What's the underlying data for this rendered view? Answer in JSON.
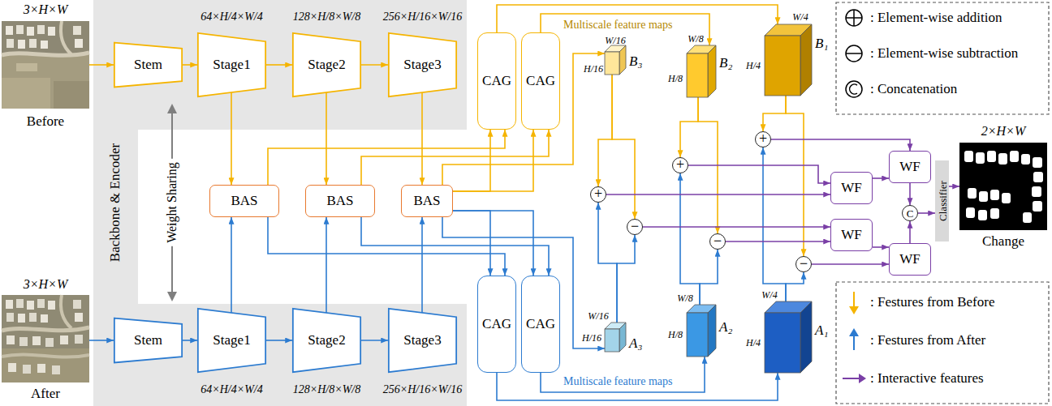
{
  "diagram": {
    "nodes": [
      {
        "text": [
          "3×H×W",
          "Before"
        ]
      },
      {
        "text": [
          "Backbone & Encoder"
        ]
      },
      {
        "text": [
          "Stem"
        ],
        "in": 1
      },
      {
        "text": [
          "Stage1",
          "64×H/4×W/4"
        ],
        "in": 1
      },
      {
        "text": [
          "Stage2",
          "128×H/8×W/8"
        ],
        "in": 1
      },
      {
        "text": [
          "Stage3",
          "256×H/16×W/16"
        ],
        "in": 1
      },
      {
        "text": [
          "3×H×W",
          "After"
        ]
      },
      {
        "text": [
          "Stem"
        ],
        "in": 1
      },
      {
        "text": [
          "Stage1",
          "64×H/4×W/4"
        ],
        "in": 1
      },
      {
        "text": [
          "Stage2",
          "128×H/8×W/8"
        ],
        "in": 1
      },
      {
        "text": [
          "Stage3",
          "256×H/16×W/16"
        ],
        "in": 1
      },
      {
        "text": [
          "BAS"
        ]
      },
      {
        "text": [
          "BAS"
        ]
      },
      {
        "text": [
          "BAS"
        ]
      },
      {
        "text": [
          "CAG"
        ]
      },
      {
        "text": [
          "CAG"
        ]
      },
      {
        "text": [
          "CAG"
        ]
      },
      {
        "text": [
          "CAG"
        ]
      },
      {
        "text": [
          "B₃",
          "W/16",
          "H/16"
        ]
      },
      {
        "text": [
          "B₂",
          "W/8",
          "H/8"
        ]
      },
      {
        "text": [
          "B₁",
          "W/4",
          "H/4"
        ]
      },
      {
        "text": [
          "A₃",
          "W/16",
          "H/16"
        ]
      },
      {
        "text": [
          "A₂",
          "W/8",
          "H/8"
        ]
      },
      {
        "text": [
          "A₁",
          "W/4",
          "H/4"
        ]
      },
      {
        "text": [
          "+"
        ]
      },
      {
        "text": [
          "−"
        ]
      },
      {
        "text": [
          "+"
        ]
      },
      {
        "text": [
          "−"
        ]
      },
      {
        "text": [
          "+"
        ]
      },
      {
        "text": [
          "−"
        ]
      },
      {
        "text": [
          "WF"
        ]
      },
      {
        "text": [
          "WF"
        ]
      },
      {
        "text": [
          "WF"
        ]
      },
      {
        "text": [
          "WF"
        ]
      },
      {
        "text": [
          "C"
        ]
      },
      {
        "text": [
          "Classifier"
        ]
      },
      {
        "text": [
          "2×H×W",
          "Change"
        ]
      }
    ],
    "edges": [
      {
        "from": 0,
        "to": 2,
        "arrow": "to"
      },
      {
        "from": 2,
        "to": 3,
        "arrow": "to"
      },
      {
        "from": 3,
        "to": 4,
        "arrow": "to"
      },
      {
        "from": 4,
        "to": 5,
        "arrow": "to"
      },
      {
        "from": 6,
        "to": 7,
        "arrow": "to"
      },
      {
        "from": 7,
        "to": 8,
        "arrow": "to"
      },
      {
        "from": 8,
        "to": 9,
        "arrow": "to"
      },
      {
        "from": 9,
        "to": 10,
        "arrow": "to"
      },
      {
        "from": 3,
        "to": 11,
        "arrow": "to"
      },
      {
        "from": 4,
        "to": 12,
        "arrow": "to"
      },
      {
        "from": 5,
        "to": 13,
        "arrow": "to"
      },
      {
        "from": 8,
        "to": 11,
        "arrow": "to"
      },
      {
        "from": 9,
        "to": 12,
        "arrow": "to"
      },
      {
        "from": 10,
        "to": 13,
        "arrow": "to"
      },
      {
        "from": 11,
        "to": 14,
        "arrow": "to"
      },
      {
        "from": 13,
        "to": 14,
        "arrow": "to"
      },
      {
        "from": 12,
        "to": 15,
        "arrow": "to"
      },
      {
        "from": 13,
        "to": 15,
        "arrow": "to"
      },
      {
        "from": 11,
        "to": 16,
        "arrow": "to"
      },
      {
        "from": 13,
        "to": 16,
        "arrow": "to"
      },
      {
        "from": 12,
        "to": 17,
        "arrow": "to"
      },
      {
        "from": 13,
        "to": 17,
        "arrow": "to"
      },
      {
        "from": 14,
        "to": 20,
        "arrow": "to"
      },
      {
        "from": 15,
        "to": 19,
        "arrow": "to"
      },
      {
        "from": 13,
        "to": 18,
        "arrow": "to"
      },
      {
        "from": 16,
        "to": 23,
        "arrow": "to"
      },
      {
        "from": 17,
        "to": 22,
        "arrow": "to"
      },
      {
        "from": 13,
        "to": 21,
        "arrow": "to"
      },
      {
        "from": 18,
        "to": 24,
        "arrow": "to"
      },
      {
        "from": 18,
        "to": 25,
        "arrow": "to"
      },
      {
        "from": 21,
        "to": 24,
        "arrow": "to"
      },
      {
        "from": 21,
        "to": 25,
        "arrow": "to"
      },
      {
        "from": 19,
        "to": 26,
        "arrow": "to"
      },
      {
        "from": 19,
        "to": 27,
        "arrow": "to"
      },
      {
        "from": 22,
        "to": 26,
        "arrow": "to"
      },
      {
        "from": 22,
        "to": 27,
        "arrow": "to"
      },
      {
        "from": 20,
        "to": 28,
        "arrow": "to"
      },
      {
        "from": 20,
        "to": 29,
        "arrow": "to"
      },
      {
        "from": 23,
        "to": 28,
        "arrow": "to"
      },
      {
        "from": 23,
        "to": 29,
        "arrow": "to"
      },
      {
        "from": 24,
        "to": 30,
        "arrow": "to"
      },
      {
        "from": 26,
        "to": 30,
        "arrow": "to"
      },
      {
        "from": 30,
        "to": 31,
        "arrow": "to"
      },
      {
        "from": 28,
        "to": 31,
        "arrow": "to"
      },
      {
        "from": 25,
        "to": 32,
        "arrow": "to"
      },
      {
        "from": 27,
        "to": 32,
        "arrow": "to"
      },
      {
        "from": 32,
        "to": 33,
        "arrow": "to"
      },
      {
        "from": 29,
        "to": 33,
        "arrow": "to"
      },
      {
        "from": 31,
        "to": 34,
        "arrow": "to"
      },
      {
        "from": 33,
        "to": 34,
        "arrow": "to"
      },
      {
        "from": 34,
        "to": 35,
        "arrow": "to"
      },
      {
        "from": 35,
        "to": 36,
        "arrow": "to"
      }
    ],
    "labels": [
      "Weight Sharing",
      "Multiscale feature maps",
      "Multiscale feature maps"
    ],
    "legend": [
      {
        "text": ": Element-wise addition"
      },
      {
        "text": ": Element-wise subtraction"
      },
      {
        "text": ": Concatenation"
      },
      {
        "text": ": Festures from Before"
      },
      {
        "text": ": Festures from After"
      },
      {
        "text": ": Interactive features"
      }
    ]
  }
}
